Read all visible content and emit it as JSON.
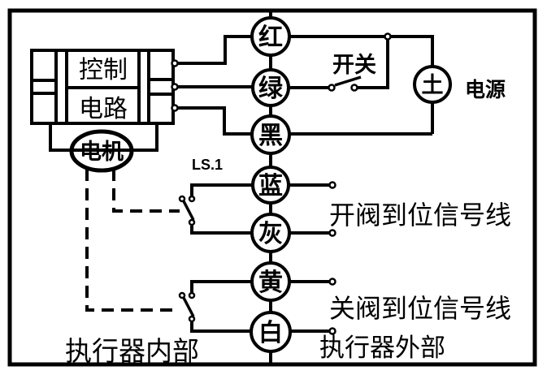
{
  "colors": {
    "ink": "#000000",
    "background": "#ffffff"
  },
  "control_box": {
    "line1": "控制",
    "line2": "电路"
  },
  "motor_label": "电机",
  "limit_switch_label": "LS.1",
  "manual_switch_label": "开关",
  "power": {
    "symbol": "土",
    "label": "电源"
  },
  "wire_labels": [
    "红",
    "绿",
    "黑",
    "蓝",
    "灰",
    "黄",
    "白"
  ],
  "signal_labels": {
    "open_valve": "开阀到位信号线",
    "close_valve": "关阀到位信号线"
  },
  "region_labels": {
    "inside": "执行器内部",
    "outside": "执行器外部"
  }
}
